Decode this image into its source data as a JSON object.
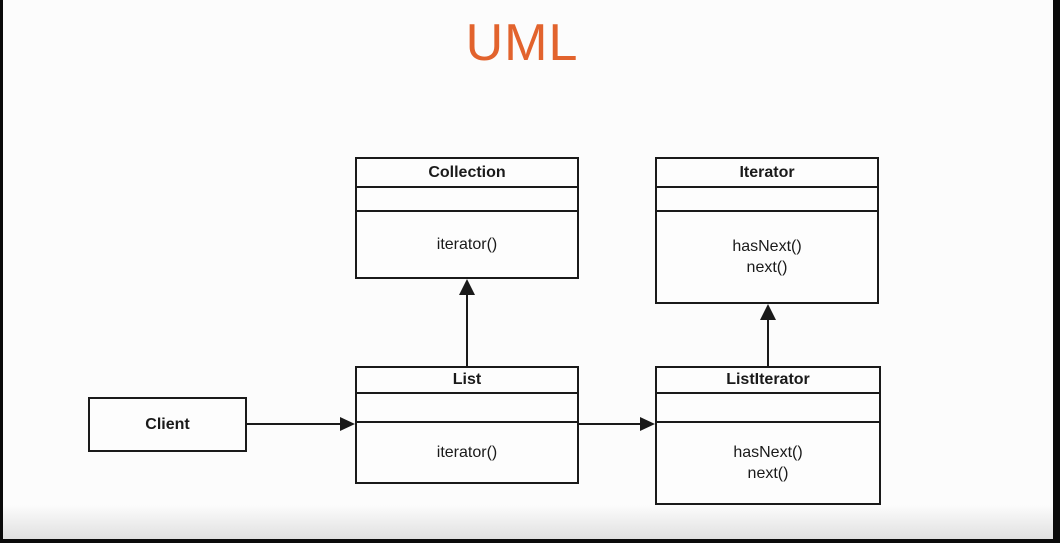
{
  "title": "UML",
  "colors": {
    "title_orange": "#E2632D",
    "line_black": "#1A1A1A",
    "background": "#FCFCFC"
  },
  "diagram": {
    "classes": [
      {
        "name": "Collection",
        "attributes": [],
        "methods": [
          "iterator()"
        ]
      },
      {
        "name": "Iterator",
        "attributes": [],
        "methods": [
          "hasNext()",
          "next()"
        ]
      },
      {
        "name": "List",
        "attributes": [],
        "methods": [
          "iterator()"
        ]
      },
      {
        "name": "ListIterator",
        "attributes": [],
        "methods": [
          "hasNext()",
          "next()"
        ]
      }
    ],
    "client": {
      "label": "Client"
    },
    "relationships": [
      {
        "from": "List",
        "to": "Collection",
        "arrow": "filled-triangle-up",
        "direction": "up"
      },
      {
        "from": "ListIterator",
        "to": "Iterator",
        "arrow": "filled-triangle-up",
        "direction": "up"
      },
      {
        "from": "Client",
        "to": "List",
        "arrow": "filled-arrow-right",
        "direction": "right"
      },
      {
        "from": "List",
        "to": "ListIterator",
        "arrow": "filled-arrow-right",
        "direction": "right"
      }
    ]
  }
}
